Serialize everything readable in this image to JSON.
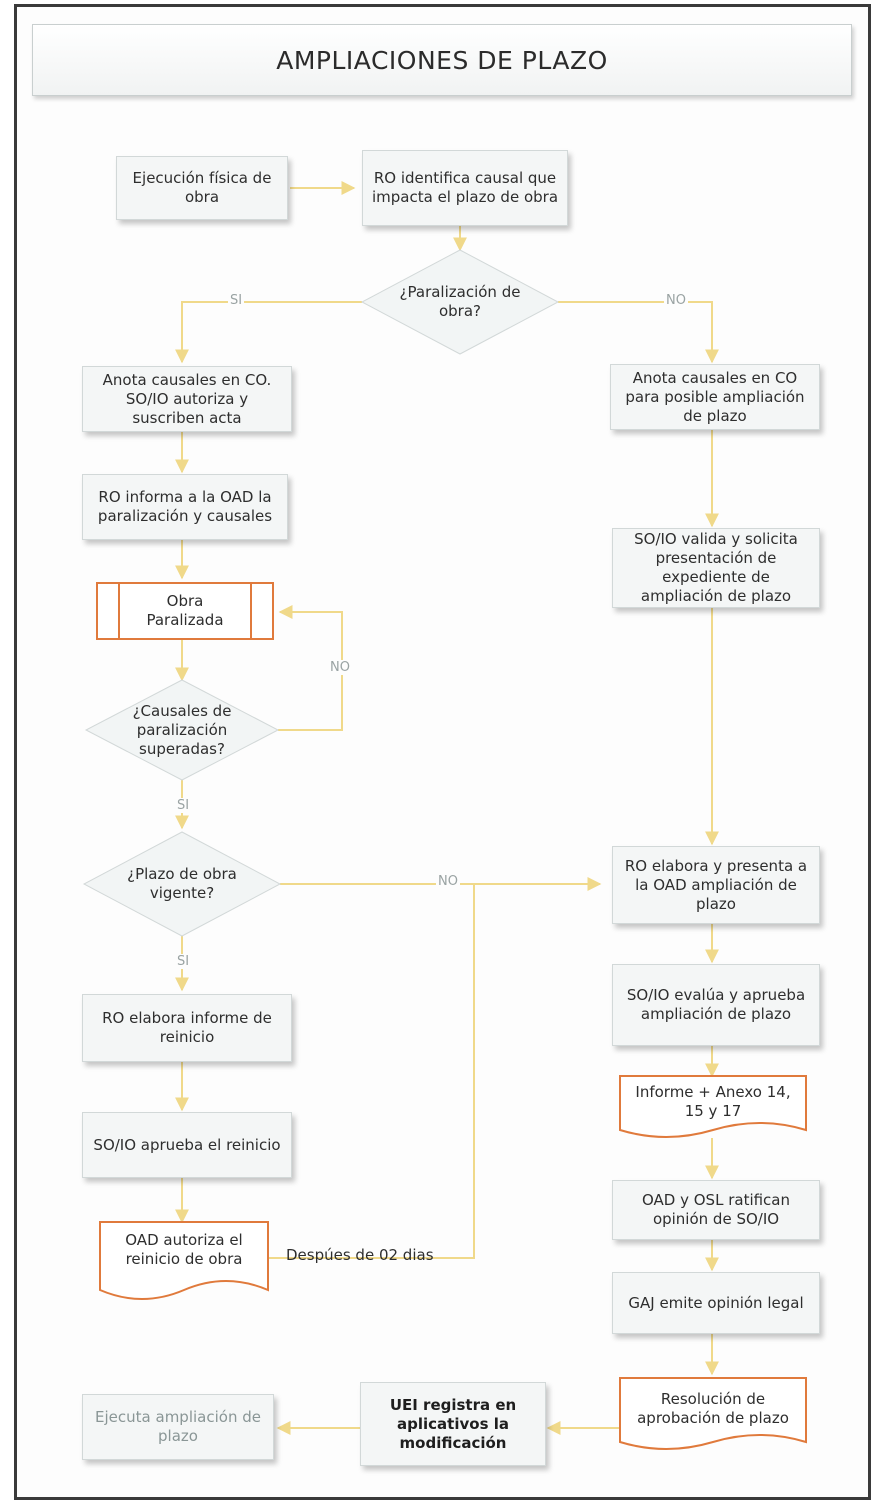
{
  "title": "AMPLIACIONES DE PLAZO",
  "nodes": {
    "ejecucion": "Ejecución física de obra",
    "ro_identifica": "RO identifica causal que impacta el plazo de obra",
    "paralizacion": "¿Paralización de obra?",
    "anota_co_acta": "Anota causales en CO. SO/IO autoriza y suscriben acta",
    "ro_informa": "RO informa a la OAD la paralización y causales",
    "obra_paralizada": "Obra Paralizada",
    "causales_superadas": "¿Causales de paralización superadas?",
    "plazo_vigente": "¿Plazo de obra vigente?",
    "ro_informe_reinicio": "RO elabora informe de reinicio",
    "so_aprueba_reinicio": "SO/IO aprueba el reinicio",
    "oad_autoriza": "OAD autoriza el reinicio de obra",
    "anota_co_posible": "Anota causales en CO para posible ampliación de plazo",
    "so_valida": "SO/IO valida y solicita presentación de expediente de ampliación de plazo",
    "ro_elabora_presenta": "RO elabora y presenta a la OAD ampliación de plazo",
    "so_evalua": "SO/IO evalúa y aprueba ampliación de plazo",
    "informe_anexo": "Informe + Anexo 14, 15 y 17",
    "oad_osl": "OAD y OSL ratifican opinión de SO/IO",
    "gal_opinion": "GAJ emite opinión legal",
    "resolucion": "Resolución de aprobación de plazo",
    "uei_registra": "UEI registra en aplicativos la modificación",
    "ejecuta_ampliacion": "Ejecuta ampliación de plazo"
  },
  "edge_labels": {
    "si_1": "SI",
    "no_1": "NO",
    "no_2": "NO",
    "si_2": "SI",
    "no_3": "NO",
    "si_3": "SI"
  },
  "note": "Despúes de 02 dias",
  "colors": {
    "edge": "#f0d98a",
    "accent": "#e07a3c",
    "diamond_fill": "#f2f5f5",
    "box_fill": "#f4f6f6"
  }
}
